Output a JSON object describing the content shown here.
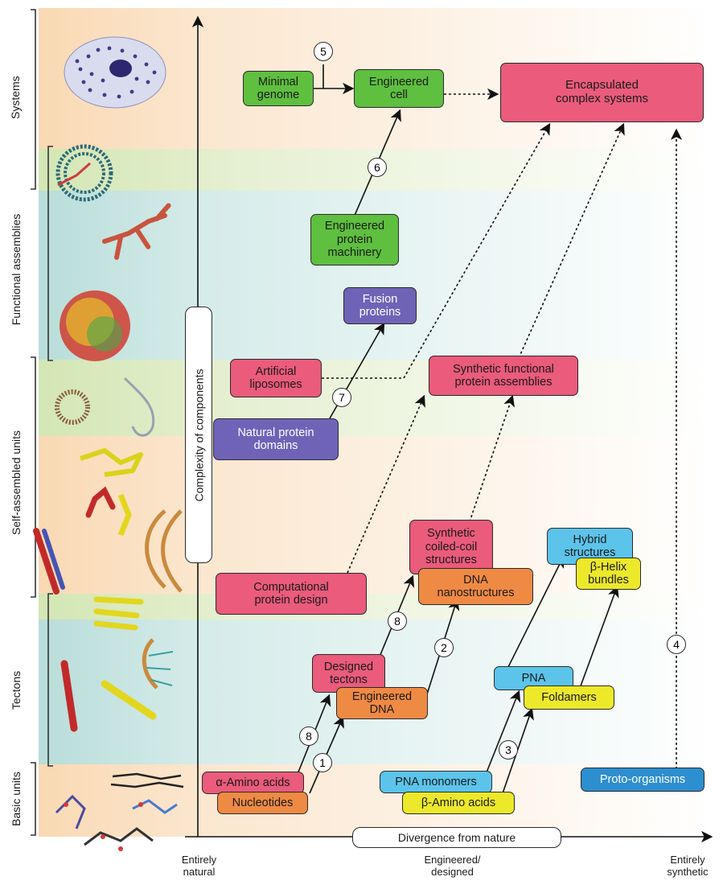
{
  "levels": {
    "systems": "Systems",
    "functional_assemblies": "Functional assemblies",
    "self_assembled_units": "Self-assembled units",
    "tectons": "Tectons",
    "basic_units": "Basic units"
  },
  "y_axis_label": "Complexity of components",
  "x_axis_label": "Divergence from nature",
  "x_ticks": {
    "natural": "Entirely\nnatural",
    "engineered": "Engineered/\ndesigned",
    "synthetic": "Entirely\nsynthetic"
  },
  "nodes": {
    "minimal_genome": "Minimal\ngenome",
    "engineered_cell": "Engineered\ncell",
    "encapsulated": "Encapsulated\ncomplex systems",
    "engineered_machinery": "Engineered\nprotein\nmachinery",
    "fusion_proteins": "Fusion\nproteins",
    "artificial_liposomes": "Artificial\nliposomes",
    "natural_domains": "Natural protein\ndomains",
    "synthetic_functional": "Synthetic functional\nprotein assemblies",
    "computational_design": "Computational\nprotein design",
    "synthetic_coiled": "Synthetic\ncoiled-coil\nstructures",
    "dna_nanostructures": "DNA\nnanostructures",
    "hybrid_structures": "Hybrid\nstructures",
    "beta_helix": "β-Helix\nbundles",
    "designed_tectons": "Designed\ntectons",
    "engineered_dna": "Engineered\nDNA",
    "pna": "PNA",
    "foldamers": "Foldamers",
    "alpha_amino": "α-Amino acids",
    "nucleotides": "Nucleotides",
    "pna_monomers": "PNA monomers",
    "beta_amino": "β-Amino acids",
    "proto_organisms": "Proto-organisms"
  },
  "step_numbers": {
    "n1": "1",
    "n2": "2",
    "n3": "3",
    "n4": "4",
    "n5": "5",
    "n6": "6",
    "n7": "7",
    "n8a": "8",
    "n8b": "8"
  },
  "colors": {
    "green": "#5fbf3f",
    "pink": "#ea5b7c",
    "purple": "#6f63b8",
    "orange": "#ef8a44",
    "yellow": "#ece82a",
    "cyan": "#5cc4ea",
    "blue": "#2d8ed0",
    "peach_band": "#fbe3c8",
    "teal_band": "#cfe8e6",
    "green_band": "#e4efc9"
  }
}
